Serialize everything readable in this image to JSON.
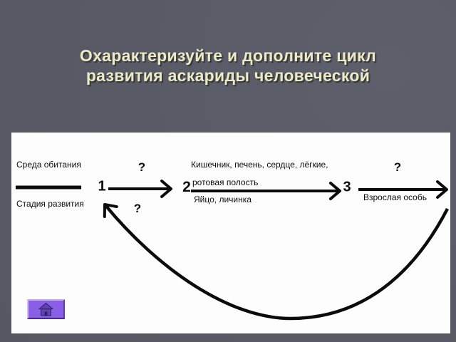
{
  "slide": {
    "title_line1": "Охарактеризуйте и дополните цикл",
    "title_line2": "развития аскариды человеческой"
  },
  "diagram": {
    "habitat_label": "Среда обитания",
    "stage_label": "Стадия развития",
    "step1": {
      "number": "1",
      "question_top": "?",
      "question_bottom": "?"
    },
    "step2": {
      "number": "2",
      "organs_line1": "Кишечник, печень, сердце, лёгкие,",
      "organs_line2": "ротовая полость",
      "stage_text": "Яйцо, личинка"
    },
    "step3": {
      "number": "3",
      "question_top": "?",
      "stage_text": "Взрослая особь"
    }
  },
  "footer": {
    "home_icon": "home-icon"
  },
  "colors": {
    "background": "#585A66",
    "title_text": "#EDEBC3",
    "panel": "#FDFDFD",
    "ink": "#000000",
    "home_button": "#8A5FE6"
  }
}
